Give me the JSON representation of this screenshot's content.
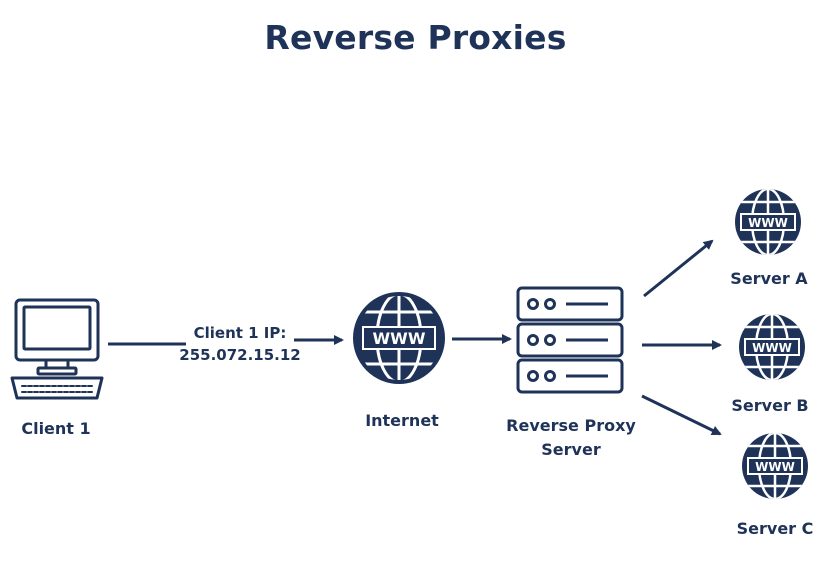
{
  "title": "Reverse Proxies",
  "nodes": {
    "client": {
      "label": "Client 1"
    },
    "internet": {
      "label": "Internet",
      "icon_text": "WWW"
    },
    "proxy": {
      "label_line1": "Reverse Proxy",
      "label_line2": "Server"
    },
    "server_a": {
      "label": "Server A",
      "icon_text": "WWW"
    },
    "server_b": {
      "label": "Server B",
      "icon_text": "WWW"
    },
    "server_c": {
      "label": "Server C",
      "icon_text": "WWW"
    }
  },
  "edges": {
    "client_to_internet": {
      "label_line1": "Client 1 IP:",
      "label_line2": "255.072.15.12"
    }
  },
  "colors": {
    "primary": "#1f3358",
    "background": "#ffffff"
  }
}
